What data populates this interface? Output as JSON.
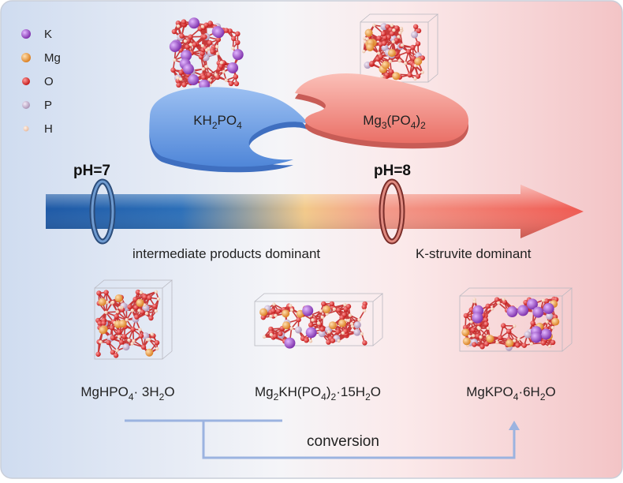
{
  "legend": [
    {
      "label": "K",
      "color": "#8e3fbf"
    },
    {
      "label": "Mg",
      "color": "#e8963a"
    },
    {
      "label": "O",
      "color": "#d42020"
    },
    {
      "label": "P",
      "color": "#b9a6c2"
    },
    {
      "label": "H",
      "color": "#f2d2be"
    }
  ],
  "reactants": {
    "left": {
      "base": "KH",
      "sub1": "2",
      "mid": "PO",
      "sub2": "4",
      "color": "#6f9fe6"
    },
    "right": {
      "base": "Mg",
      "sub1": "3",
      "mid": "(PO",
      "sub2": "4",
      "tail": ")",
      "sub3": "2",
      "color": "#ef8c86"
    }
  },
  "arrow": {
    "ph_left": "pH=7",
    "ph_right": "pH=8",
    "zone_left": "intermediate products dominant",
    "zone_right": "K-struvite dominant",
    "colors": {
      "start": "#1f5aa6",
      "mid": "#f2c98a",
      "end": "#ef5a52"
    }
  },
  "products": {
    "p1": {
      "a": "MgHPO",
      "s1": "4",
      "b": "· 3H",
      "s2": "2",
      "c": "O"
    },
    "p2": {
      "a": "Mg",
      "s1": "2",
      "b": "KH(PO",
      "s2": "4",
      "c": ")",
      "s3": "2",
      "d": "·15H",
      "s4": "2",
      "e": "O"
    },
    "p3": {
      "a": "MgKPO",
      "s1": "4",
      "b": "·6H",
      "s2": "2",
      "c": "O"
    }
  },
  "conversion_label": "conversion",
  "bracket_color": "#9bb3e0"
}
